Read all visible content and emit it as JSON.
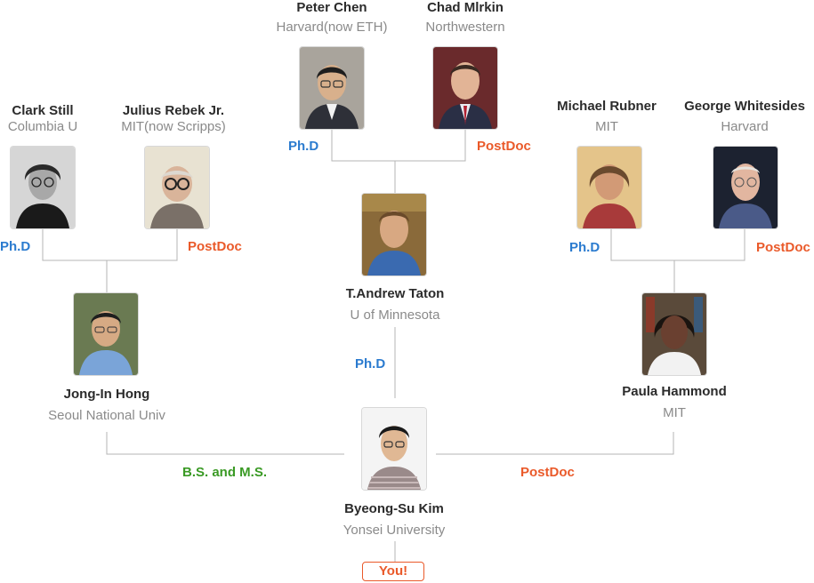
{
  "people": {
    "peter_chen": {
      "name": "Peter Chen",
      "affiliation": "Harvard(now ETH)"
    },
    "chad_mirkin": {
      "name": "Chad Mlrkin",
      "affiliation": "Northwestern"
    },
    "clark_still": {
      "name": "Clark Still",
      "affiliation": "Columbia U"
    },
    "julius_rebek": {
      "name": "Julius Rebek Jr.",
      "affiliation": "MIT(now Scripps)"
    },
    "michael_rubner": {
      "name": "Michael Rubner",
      "affiliation": "MIT"
    },
    "george_whitesides": {
      "name": "George Whitesides",
      "affiliation": "Harvard"
    },
    "andrew_taton": {
      "name": "T.Andrew Taton",
      "affiliation": "U of Minnesota"
    },
    "jongin_hong": {
      "name": "Jong-In Hong",
      "affiliation": "Seoul National Univ"
    },
    "paula_hammond": {
      "name": "Paula Hammond",
      "affiliation": "MIT"
    },
    "byeongsu_kim": {
      "name": "Byeong-Su Kim",
      "affiliation": "Yonsei University"
    }
  },
  "relations": {
    "phd": "Ph.D",
    "postdoc": "PostDoc",
    "bsms": "B.S. and M.S."
  },
  "you_label": "You!",
  "colors": {
    "phd": "#2b7bcf",
    "postdoc": "#ea5a2a",
    "bsms": "#3a9a25",
    "line": "#b5b5b5"
  }
}
